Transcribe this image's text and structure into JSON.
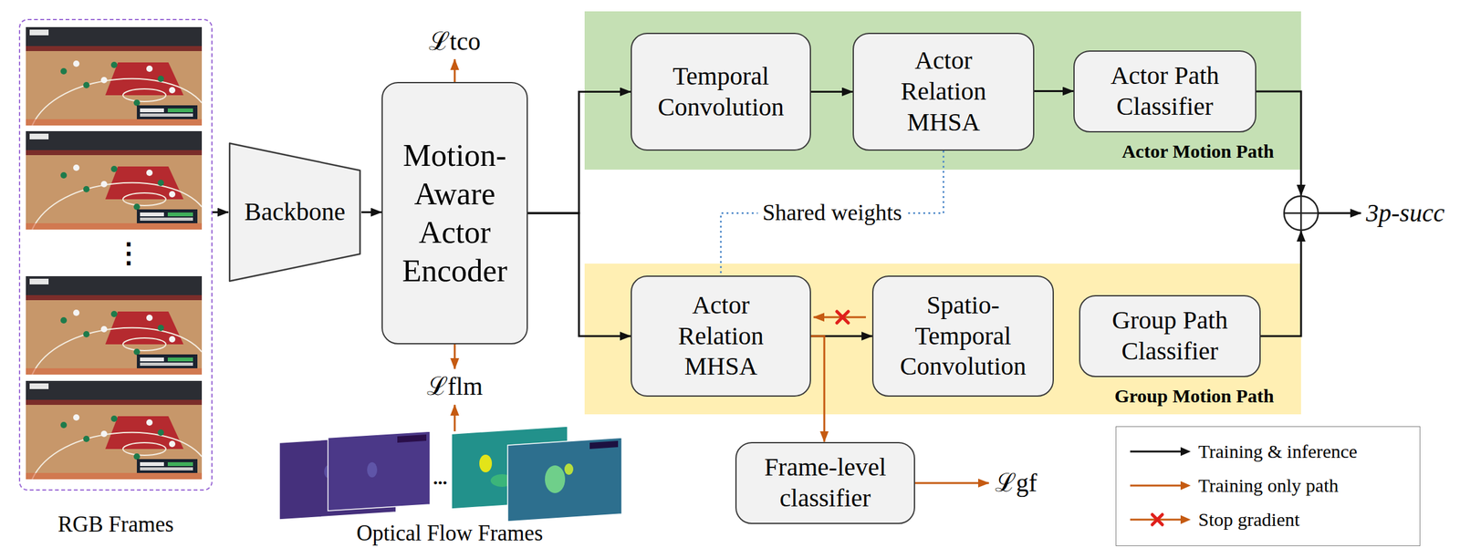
{
  "diagram": {
    "nodes": [
      {
        "text": [
          "RGB Frames"
        ]
      },
      {
        "text": [
          "Backbone"
        ]
      },
      {
        "text": [
          "Motion- Aware Actor Encoder"
        ]
      },
      {
        "text": [
          "Actor Motion Path"
        ]
      },
      {
        "text": [
          "Temporal Convolution"
        ],
        "in": 3
      },
      {
        "text": [
          "Actor Relation MHSA"
        ],
        "in": 3
      },
      {
        "text": [
          "Actor Path Classifier"
        ],
        "in": 3
      },
      {
        "text": [
          "Group Motion Path"
        ]
      },
      {
        "text": [
          "Actor Relation MHSA"
        ],
        "in": 7
      },
      {
        "text": [
          "Spatio- Temporal Convolution"
        ],
        "in": 7
      },
      {
        "text": [
          "Group Path Classifier"
        ],
        "in": 7
      },
      {
        "text": [
          "Frame-level classifier"
        ]
      }
    ],
    "edges": [
      {
        "from": 0,
        "to": 1,
        "arrow": "to"
      },
      {
        "from": 1,
        "to": 2,
        "arrow": "to"
      },
      {
        "from": 2,
        "to": 4,
        "arrow": "to"
      },
      {
        "from": 2,
        "to": 8,
        "arrow": "to"
      },
      {
        "from": 4,
        "to": 5,
        "arrow": "to"
      },
      {
        "from": 5,
        "to": 6,
        "arrow": "to"
      },
      {
        "from": 5,
        "to": 8,
        "label": "Shared weights",
        "arrow": "none"
      },
      {
        "from": 8,
        "to": 9,
        "arrow": "to"
      },
      {
        "from": 8,
        "to": 11,
        "arrow": "to"
      }
    ],
    "labels": [
      "ℒtco",
      "⋮",
      "ℒflm",
      "...",
      "Optical Flow Frames",
      "ℒgf",
      "3p-succ"
    ],
    "legend": [
      {
        "text": "Training & inference"
      },
      {
        "text": "Training only path"
      },
      {
        "text": "Stop gradient"
      }
    ]
  }
}
